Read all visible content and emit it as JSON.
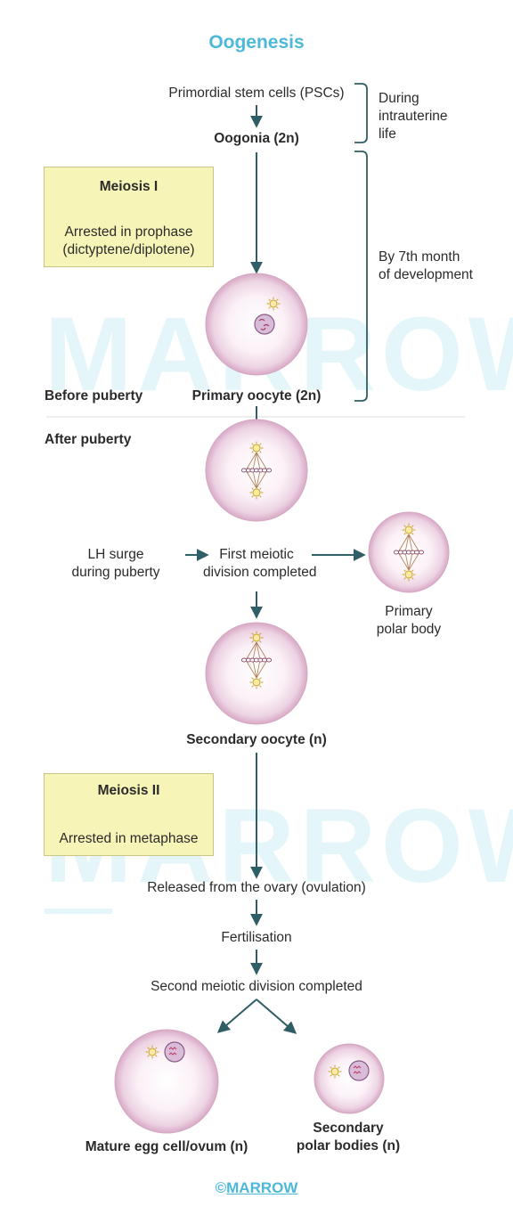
{
  "title": "Oogenesis",
  "watermark": "MARROW",
  "labels": {
    "psc": "Primordial stem cells (PSCs)",
    "oogonia": "Oogonia (2n)",
    "intrauterine_1": "During",
    "intrauterine_2": "intrauterine",
    "intrauterine_3": "life",
    "seventh_1": "By 7th month",
    "seventh_2": "of development",
    "before_puberty": "Before puberty",
    "primary_oocyte": "Primary oocyte (2n)",
    "after_puberty": "After puberty",
    "lh_1": "LH surge",
    "lh_2": "during puberty",
    "first_div_1": "First meiotic",
    "first_div_2": "division completed",
    "primary_polar_1": "Primary",
    "primary_polar_2": "polar body",
    "secondary_oocyte": "Secondary oocyte (n)",
    "released": "Released from the ovary (ovulation)",
    "fertilisation": "Fertilisation",
    "second_div": "Second meiotic division completed",
    "mature_egg": "Mature egg cell/ovum (n)",
    "secondary_polar_1": "Secondary",
    "secondary_polar_2": "polar bodies (n)"
  },
  "meiosis1": {
    "title": "Meiosis I",
    "line1": "Arrested in prophase",
    "line2": "(dictyptene/diplotene)"
  },
  "meiosis2": {
    "title": "Meiosis II",
    "line1": "Arrested in metaphase"
  },
  "footer": {
    "copy": "©",
    "brand": "MARROW"
  },
  "colors": {
    "title": "#4db8d8",
    "arrow": "#2f5e66",
    "note_box": "#f7f4b8",
    "cell": "#e9c9dc",
    "watermark": "#e4f6f9"
  }
}
